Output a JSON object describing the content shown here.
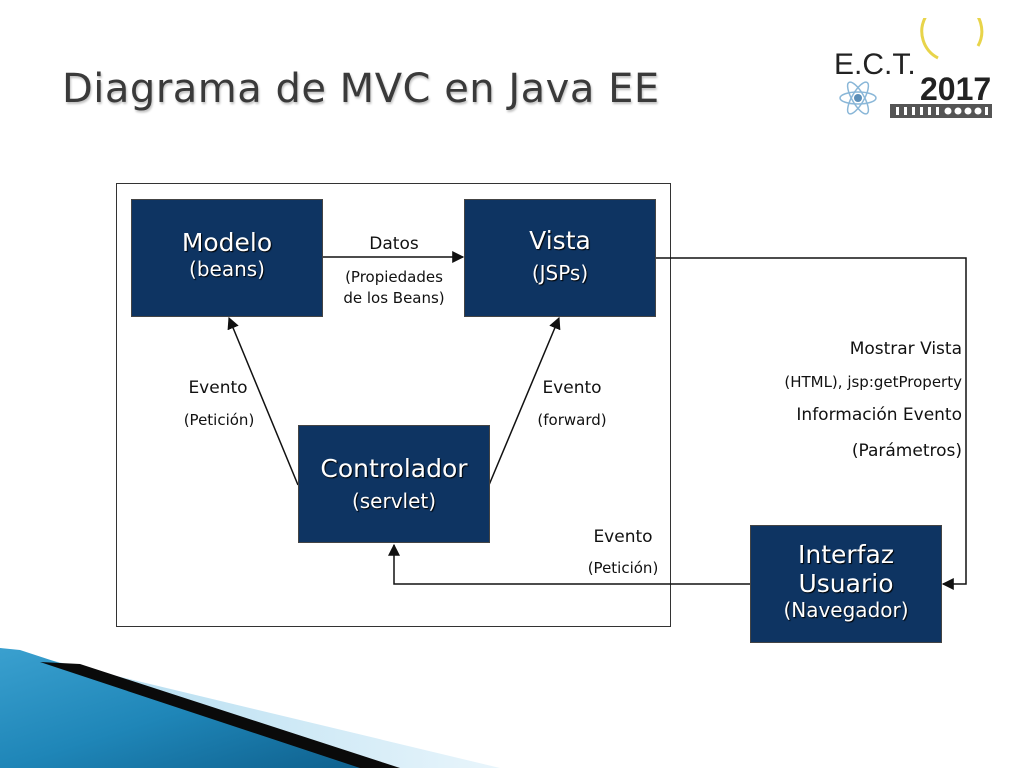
{
  "slide": {
    "title": "Diagrama de MVC en Java EE"
  },
  "logo": {
    "text_ect": "E.C.T.",
    "text_year": "2017",
    "icon": "atom-icon"
  },
  "boxes": {
    "modelo": {
      "title": "Modelo",
      "subtitle": "(beans)"
    },
    "vista": {
      "title": "Vista",
      "subtitle": "(JSPs)"
    },
    "controlador": {
      "title": "Controlador",
      "subtitle": "(servlet)"
    },
    "interfaz": {
      "title_line1": "Interfaz",
      "title_line2": "Usuario",
      "subtitle": "(Navegador)"
    }
  },
  "labels": {
    "datos": "Datos",
    "datos_sub": "(Propiedades\nde los Beans)",
    "evento_left": "Evento",
    "evento_left_sub": "(Petición)",
    "evento_right": "Evento",
    "evento_right_sub": "(forward)",
    "evento_bottom": "Evento",
    "evento_bottom_sub": "(Petición)",
    "mostrar_vista": "Mostrar Vista",
    "mostrar_vista_sub": "(HTML), jsp:getProperty",
    "info_evento": "Información Evento",
    "info_evento_sub": "(Parámetros)"
  },
  "colors": {
    "box_fill": "#0e3462",
    "line": "#111111",
    "accent_blue": "#1f86b8",
    "accent_dark": "#0a0a0a"
  }
}
